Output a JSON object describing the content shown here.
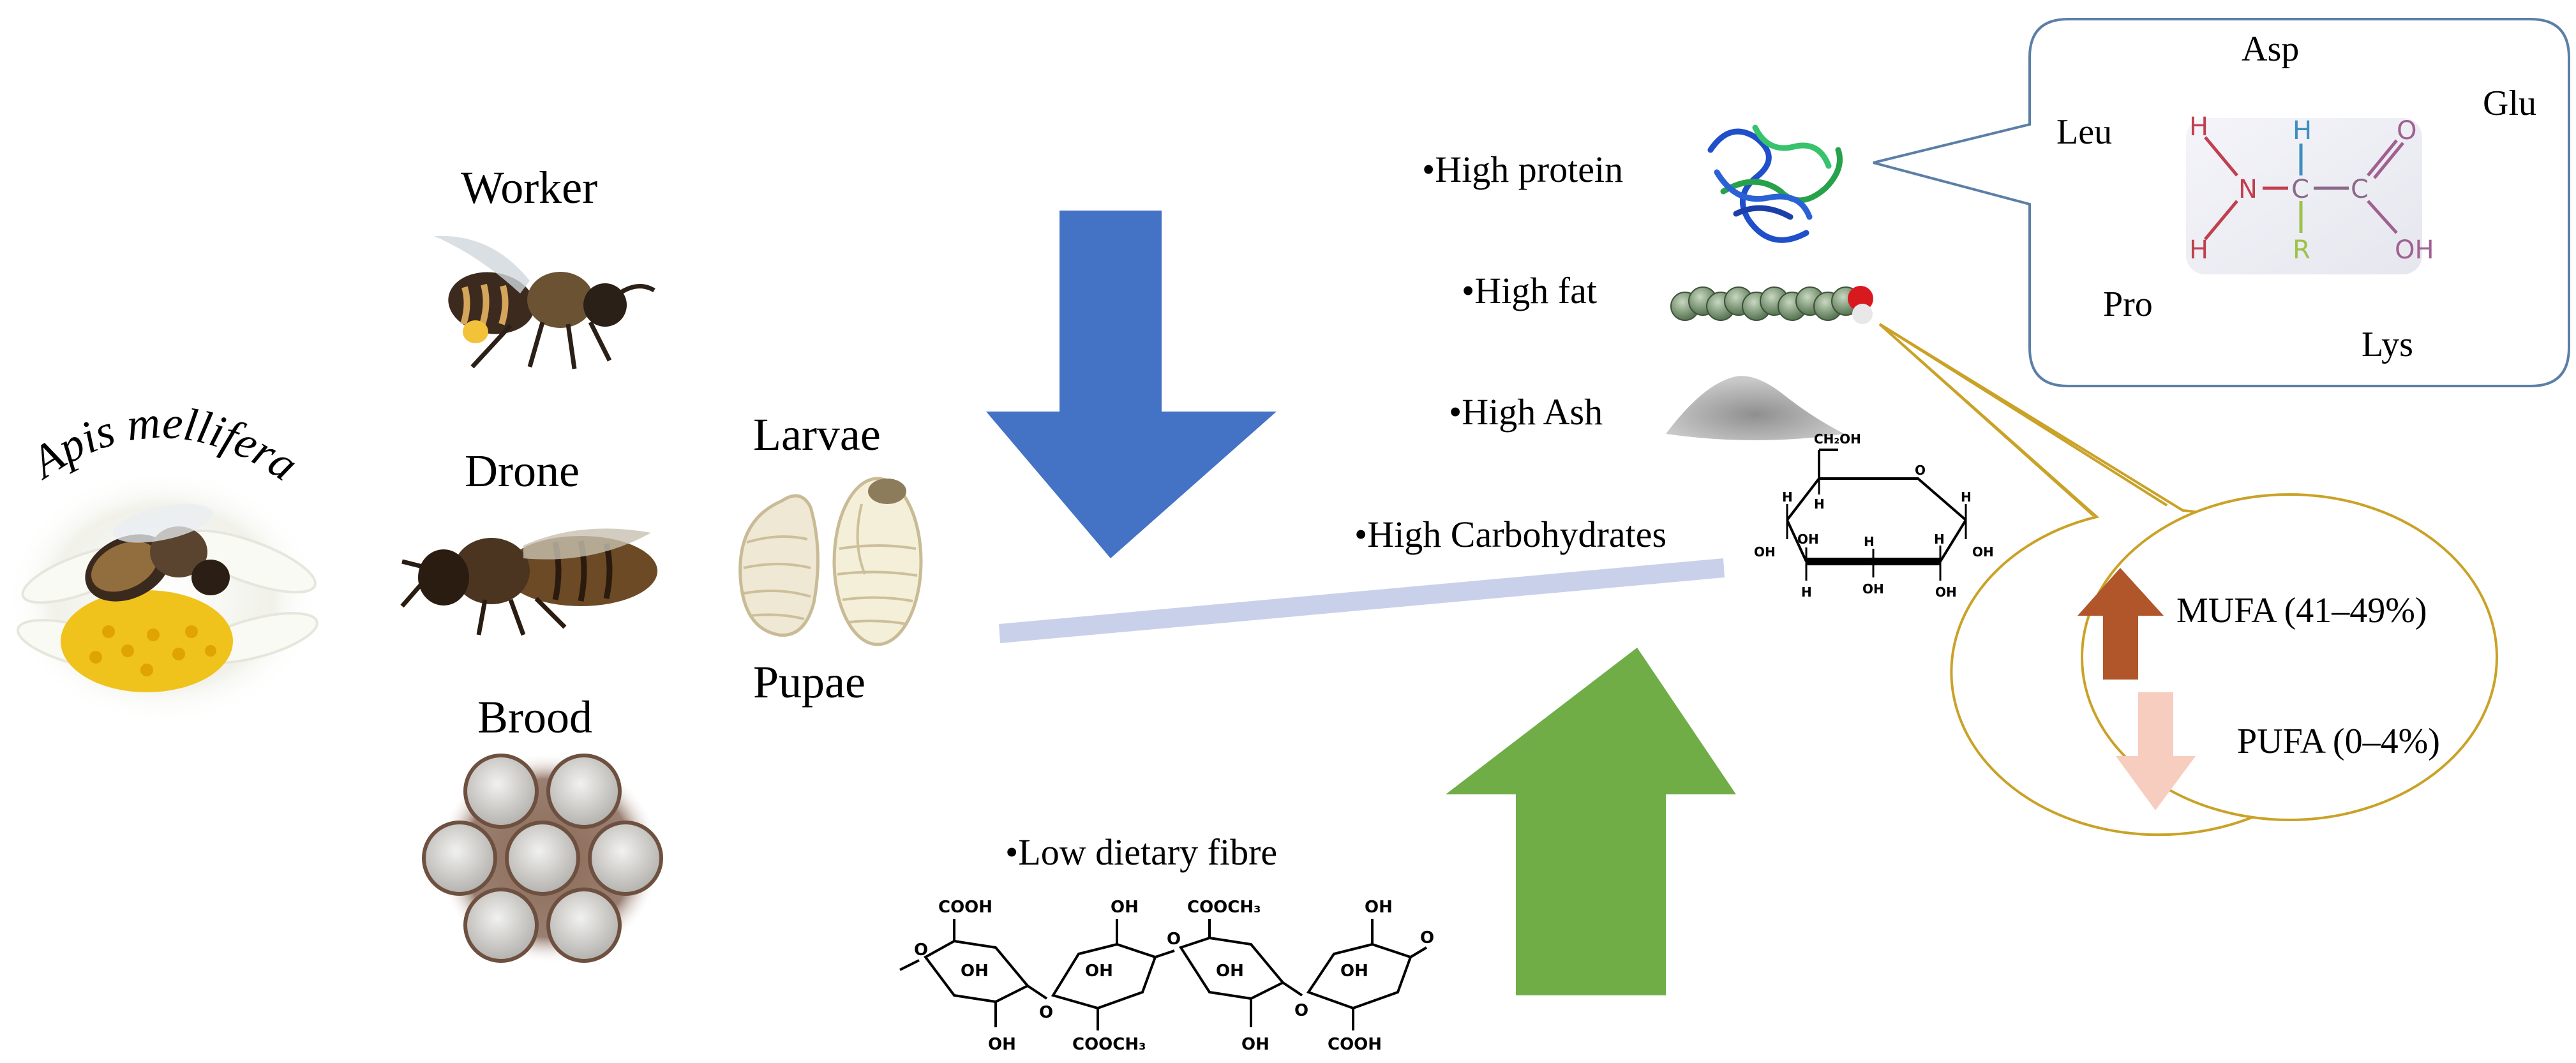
{
  "title": "Apis mellifera",
  "stages": {
    "worker": "Worker",
    "drone": "Drone",
    "brood": "Brood",
    "larvae": "Larvae",
    "pupae": "Pupae"
  },
  "nutrients": {
    "protein": "•High protein",
    "fat": "•High fat",
    "ash": "•High Ash",
    "carbohydrates": "•High Carbohydrates",
    "fibre": "•Low dietary fibre"
  },
  "amino_acids": [
    "Asp",
    "Glu",
    "Leu",
    "Pro",
    "Lys"
  ],
  "amino_structure": {
    "h1": "H",
    "h2": "H",
    "h3": "H",
    "n": "N",
    "c1": "C",
    "c2": "C",
    "o1": "O",
    "oh": "OH",
    "r": "R"
  },
  "fatty_acids": {
    "mufa": "MUFA (41–49%)",
    "pufa": "PUFA (0–4%)"
  },
  "glucose_labels": {
    "ch2oh": "CH₂OH",
    "o": "O",
    "h": "H",
    "oh": "OH"
  },
  "fibre_labels": {
    "cooh": "COOH",
    "cooch3": "COOCH₃",
    "oh": "OH",
    "o": "O"
  },
  "colors": {
    "down_arrow": "#4472c4",
    "up_arrow": "#70ad47",
    "mufa_arrow": "#b0562a",
    "pufa_arrow": "#f6cdbf",
    "callout_border": "#5b7fa6",
    "ellipse_border": "#c9a227",
    "bar": "#c9d1ea"
  }
}
